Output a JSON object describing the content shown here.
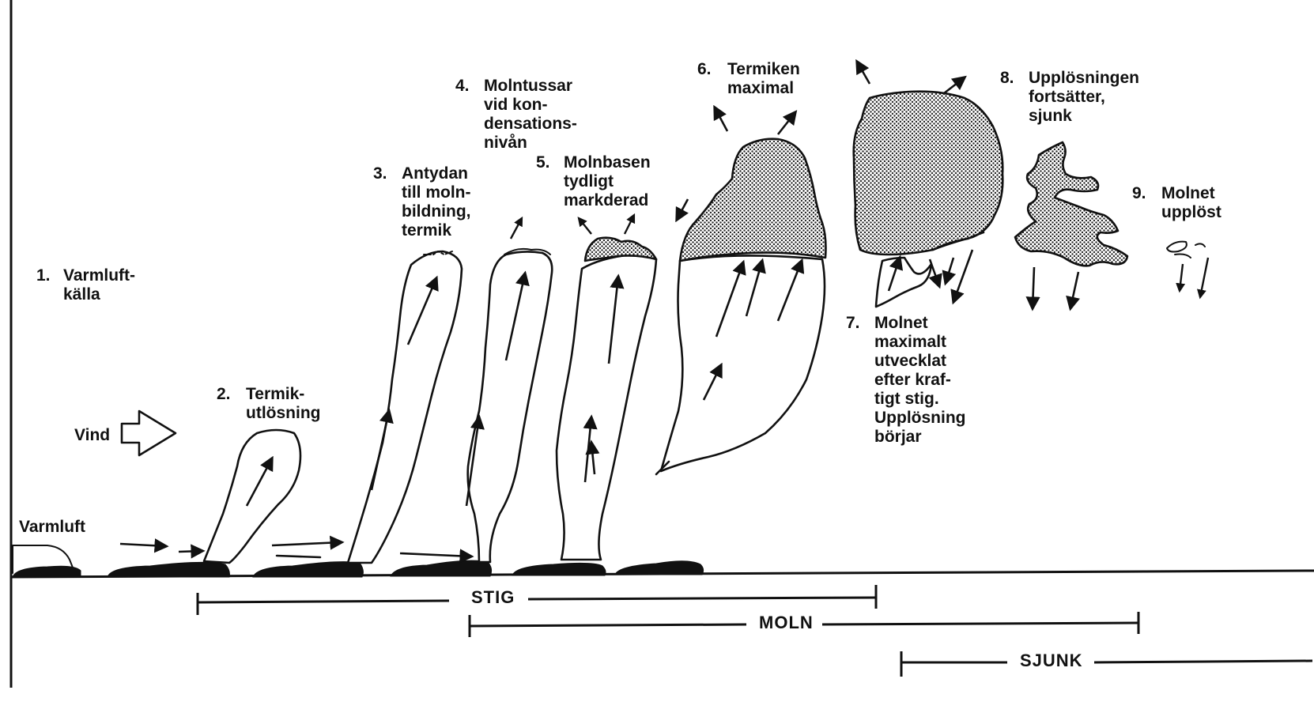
{
  "labels": {
    "stage1": [
      "1.",
      "Varmluft-",
      "källa"
    ],
    "stage2": [
      "2.",
      "Termik-",
      "utlösning"
    ],
    "stage3": [
      "3.",
      "Antydan",
      "till moln-",
      "bildning,",
      "termik"
    ],
    "stage4": [
      "4.",
      "Molntussar",
      "vid kon-",
      "densations-",
      "nivån"
    ],
    "stage5": [
      "5.",
      "Molnbasen",
      "tydligt",
      "markderad"
    ],
    "stage6": [
      "6.",
      "Termiken",
      "maximal"
    ],
    "stage7": [
      "7.",
      "Molnet",
      "maximalt",
      "utvecklat",
      "efter kraf-",
      "tigt stig.",
      "Upplösning",
      "börjar"
    ],
    "stage8": [
      "8.",
      "Upplösningen",
      "fortsätter,",
      "sjunk"
    ],
    "stage9": [
      "9.",
      "Molnet",
      "upplöst"
    ],
    "wind": "Vind",
    "warm_air": "Varmluft"
  },
  "bars": {
    "stig": "STIG",
    "moln": "MOLN",
    "sjunk": "SJUNK"
  },
  "colors": {
    "ink": "#111111",
    "paper": "#ffffff"
  }
}
